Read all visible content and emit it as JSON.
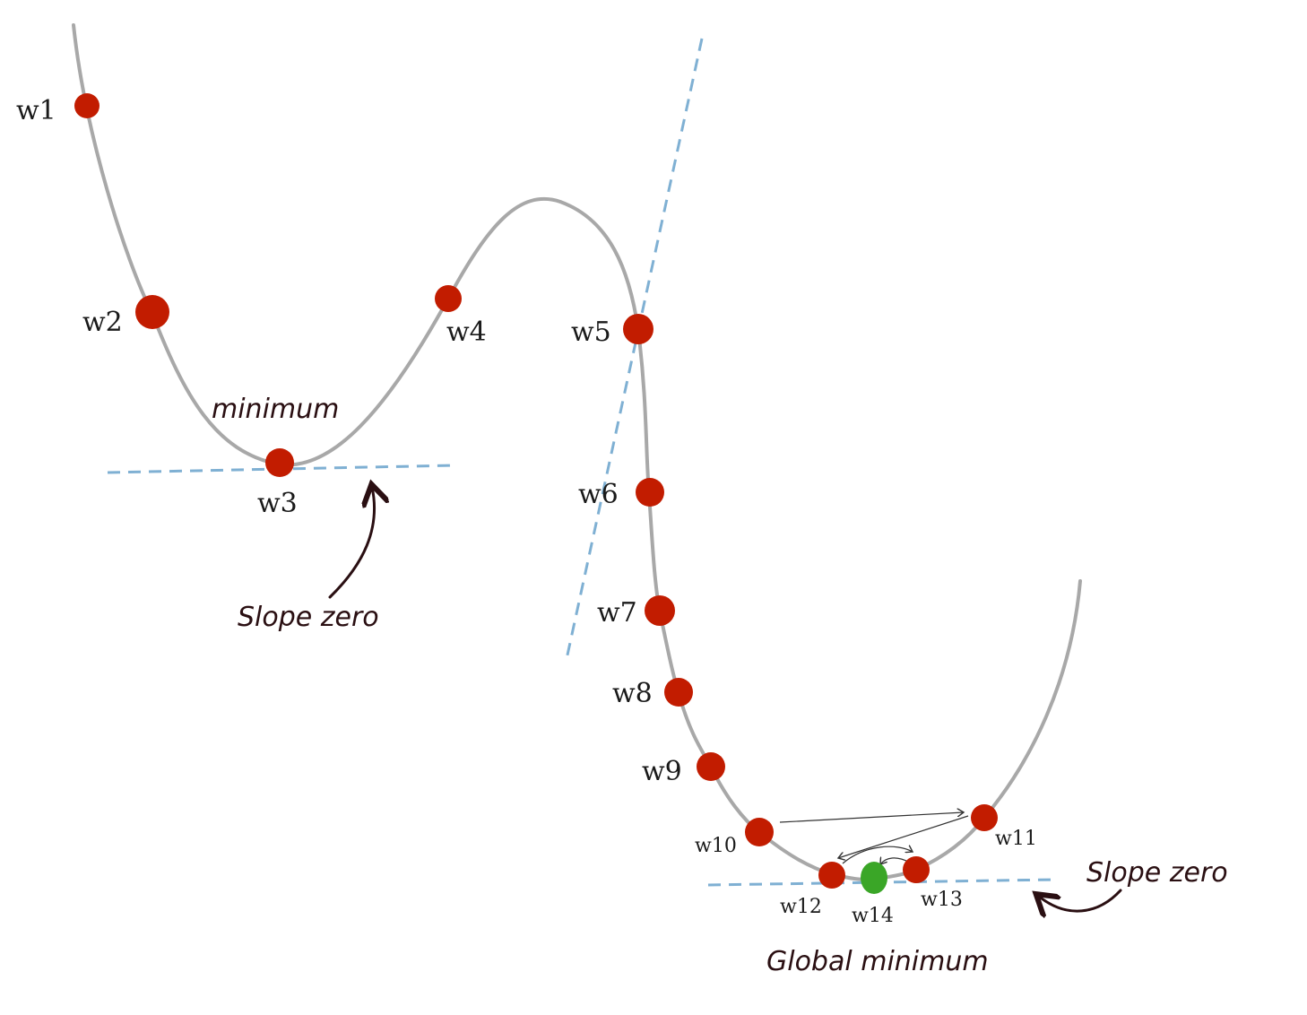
{
  "colors": {
    "curve": "#a8a8a8",
    "point": "#c21c00",
    "final_point": "#3aa627",
    "tangent": "#7fb0d3",
    "annotation": "#2a0f12"
  },
  "points": [
    {
      "id": "w1",
      "label": "w1",
      "final": false
    },
    {
      "id": "w2",
      "label": "w2",
      "final": false
    },
    {
      "id": "w3",
      "label": "w3",
      "final": false
    },
    {
      "id": "w4",
      "label": "w4",
      "final": false
    },
    {
      "id": "w5",
      "label": "w5",
      "final": false
    },
    {
      "id": "w6",
      "label": "w6",
      "final": false
    },
    {
      "id": "w7",
      "label": "w7",
      "final": false
    },
    {
      "id": "w8",
      "label": "w8",
      "final": false
    },
    {
      "id": "w9",
      "label": "w9",
      "final": false
    },
    {
      "id": "w10",
      "label": "w10",
      "final": false
    },
    {
      "id": "w11",
      "label": "w11",
      "final": false
    },
    {
      "id": "w12",
      "label": "w12",
      "final": false
    },
    {
      "id": "w13",
      "label": "w13",
      "final": false
    },
    {
      "id": "w14",
      "label": "w14",
      "final": true
    }
  ],
  "annotations": {
    "local_minimum": "minimum",
    "slope_zero_left": "Slope zero",
    "slope_zero_right": "Slope zero",
    "global_minimum": "Global minimum"
  }
}
